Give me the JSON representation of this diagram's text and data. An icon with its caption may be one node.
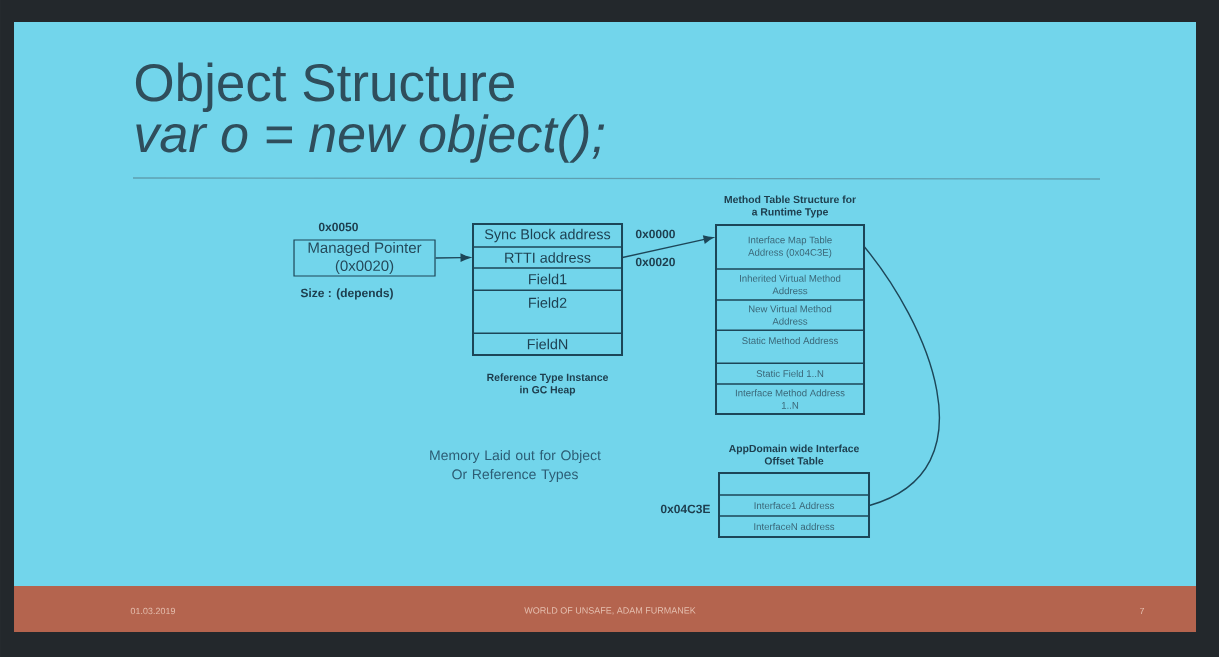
{
  "diagram": {
    "title": "Object Structure",
    "nodes": [
      {
        "text": [
          "Managed Pointer (0x0020)"
        ],
        "beside": [
          "0x0050",
          "Size : (depends)"
        ]
      },
      {
        "text": [
          "Reference Type Instance in GC Heap"
        ]
      },
      {
        "text": [
          "Sync Block address"
        ],
        "in": 1,
        "beside": [
          "0x0000"
        ]
      },
      {
        "text": [
          "RTTI address"
        ],
        "in": 1,
        "beside": [
          "0x0020"
        ]
      },
      {
        "text": [
          "Field1"
        ],
        "in": 1
      },
      {
        "text": [
          "Field2"
        ],
        "in": 1
      },
      {
        "text": [
          "FieldN"
        ],
        "in": 1
      },
      {
        "text": [
          "Method Table Structure for a Runtime Type"
        ]
      },
      {
        "text": [
          "Interface Map Table Address (0x04C3E)"
        ],
        "in": 7
      },
      {
        "text": [
          "Inherited Virtual Method Address"
        ],
        "in": 7
      },
      {
        "text": [
          "New Virtual Method Address"
        ],
        "in": 7
      },
      {
        "text": [
          "Static Method Address"
        ],
        "in": 7
      },
      {
        "text": [
          "Static Field 1..N"
        ],
        "in": 7
      },
      {
        "text": [
          "Interface Method Address 1..N"
        ],
        "in": 7
      },
      {
        "text": [
          "AppDomain wide Interface Offset Table"
        ]
      },
      {
        "text": [],
        "shape": "box",
        "in": 14
      },
      {
        "text": [
          "Interface1 Address"
        ],
        "in": 14,
        "beside": [
          "0x04C3E"
        ]
      },
      {
        "text": [
          "InterfaceN address"
        ],
        "in": 14
      }
    ],
    "edges": [
      {
        "from": 0,
        "to": 3,
        "arrow": "to"
      },
      {
        "from": 3,
        "to": 8,
        "arrow": "to"
      },
      {
        "from": 8,
        "to": 16,
        "arrow": "none"
      }
    ],
    "labels": [
      "var o = new object();",
      "Memory Laid out for Object Or Reference Types",
      "01.03.2019",
      "WORLD OF UNSAFE, ADAM FURMANEK",
      "7"
    ]
  }
}
